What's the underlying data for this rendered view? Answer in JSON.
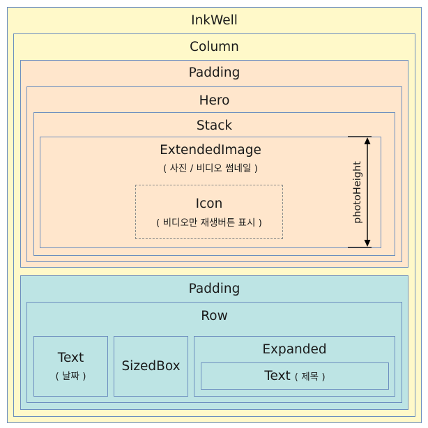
{
  "inkwell": {
    "label": "InkWell"
  },
  "column": {
    "label": "Column"
  },
  "padding_top": {
    "label": "Padding"
  },
  "hero": {
    "label": "Hero"
  },
  "stack": {
    "label": "Stack"
  },
  "extended_image": {
    "label": "ExtendedImage",
    "note": "( 사진 / 비디오 썸네일 )"
  },
  "icon_box": {
    "label": "Icon",
    "note": "( 비디오만 재생버튼 표시 )"
  },
  "photo_height": {
    "label": "photoHeight"
  },
  "padding_bottom": {
    "label": "Padding"
  },
  "row": {
    "label": "Row"
  },
  "text_date": {
    "label": "Text",
    "note": "( 날짜 )"
  },
  "sized_box": {
    "label": "SizedBox"
  },
  "expanded": {
    "label": "Expanded"
  },
  "text_title": {
    "label": "Text",
    "note": "( 제목 )"
  },
  "colors": {
    "yellow": "#fff9c9",
    "peach": "#ffe6cc",
    "cyan": "#bde4e4",
    "border": "#6c8ebf"
  }
}
